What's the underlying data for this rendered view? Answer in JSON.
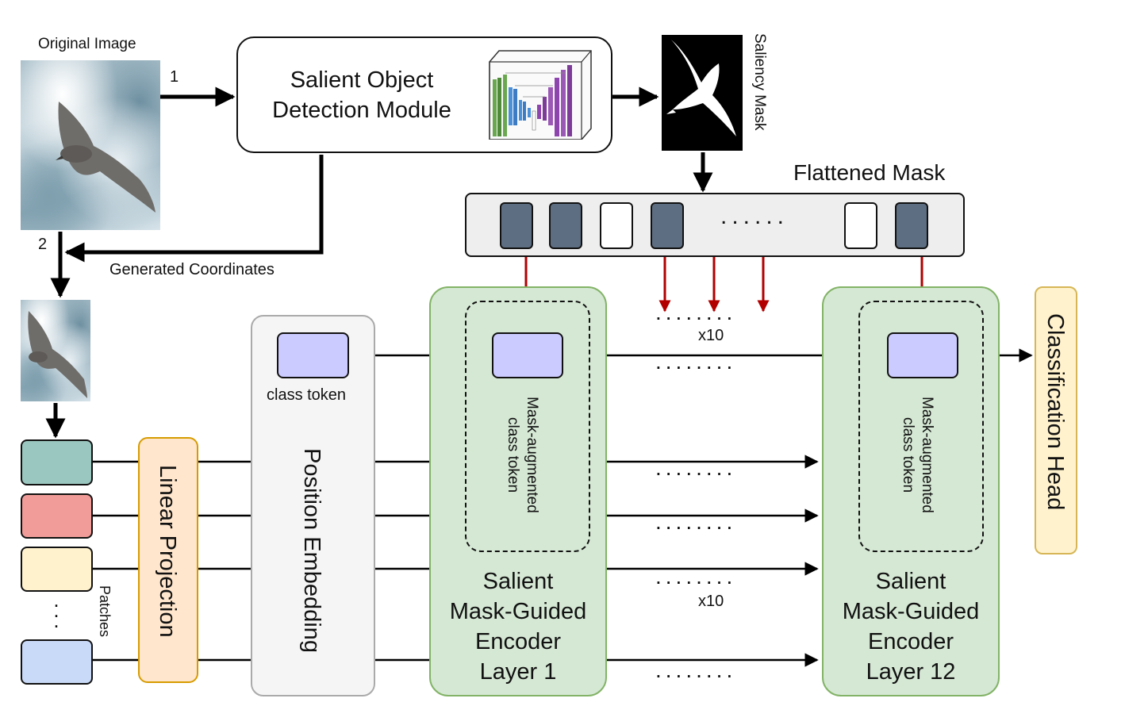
{
  "labels": {
    "original_image": "Original Image",
    "step1": "1",
    "step2": "2",
    "sod_module": "Salient Object\nDetection Module",
    "saliency_mask": "Saliency Mask",
    "flattened_mask": "Flattened Mask",
    "generated_coordinates": "Generated Coordinates",
    "linear_projection": "Linear Projection",
    "position_embedding": "Position Embedding",
    "class_token": "class token",
    "mask_aug_1": "Mask-augmented\nclass token",
    "mask_aug_2": "Mask-augmented\nclass token",
    "encoder_1": "Salient\nMask-Guided\nEncoder\nLayer 1",
    "encoder_12": "Salient\nMask-Guided\nEncoder\nLayer 12",
    "classification_head": "Classification Head",
    "patches": "Patches",
    "x10_top": "x10",
    "x10_bottom": "x10",
    "dots_flat": "......",
    "dots_vertical": "..."
  },
  "colors": {
    "mask_token_dark": "#5e6e82",
    "mask_token_white": "#ffffff",
    "class_token": "#cccbff",
    "encoder_fill": "#d5e8d4",
    "encoder_border": "#82b366",
    "linear_fill": "#ffe6cc",
    "linear_border": "#d79b00",
    "position_fill": "#f5f5f5",
    "position_border": "#aaaaaa",
    "head_fill": "#fff2cc",
    "head_border": "#d6b656",
    "red_arrow": "#b20000",
    "patch_teal": "#9ac7bf",
    "patch_red": "#f19c99",
    "patch_yellow": "#fff2cc",
    "patch_blue": "#c9daf8"
  }
}
